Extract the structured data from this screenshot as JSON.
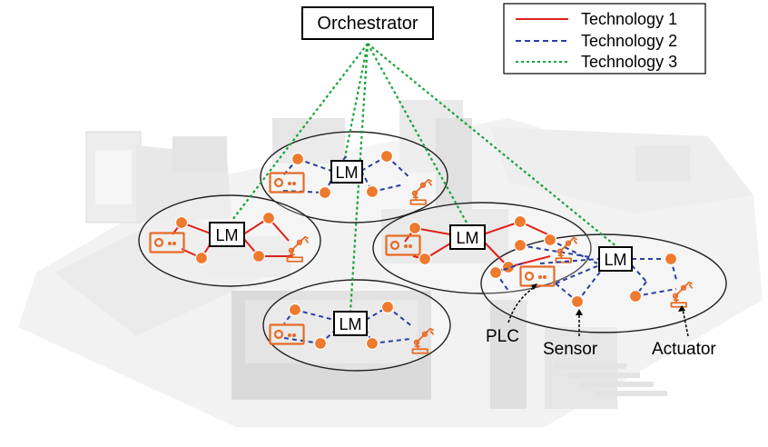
{
  "diagram": {
    "orchestrator_label": "Orchestrator",
    "lm_label": "LM",
    "legend": [
      {
        "label": "Technology 1",
        "color": "#e0201b",
        "style": "solid"
      },
      {
        "label": "Technology 2",
        "color": "#2a3fa0",
        "style": "dashed"
      },
      {
        "label": "Technology 3",
        "color": "#1aa33a",
        "style": "dotted"
      }
    ],
    "callouts": {
      "plc": "PLC",
      "sensor": "Sensor",
      "actuator": "Actuator"
    },
    "colors": {
      "device": "#e86a25",
      "node": "#ee7a2e",
      "cluster_fill": "rgba(255,255,255,0.22)",
      "factory": "#dcdcdc"
    },
    "icons": [
      "plc-icon",
      "sensor-node-icon",
      "robot-arm-actuator-icon"
    ]
  }
}
